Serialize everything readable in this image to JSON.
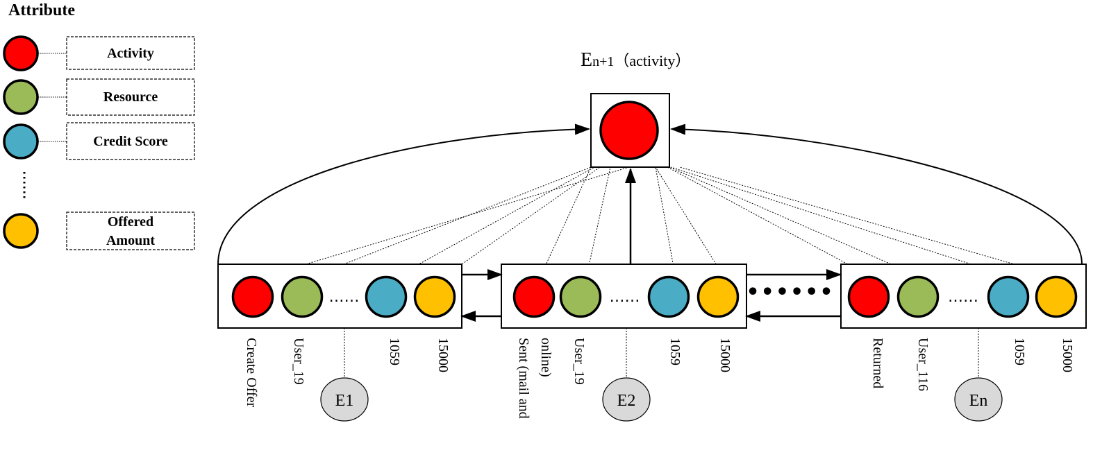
{
  "legend": {
    "title": "Attribute",
    "items": [
      {
        "label": "Activity",
        "color": "#ff0000"
      },
      {
        "label": "Resource",
        "color": "#9bbb59"
      },
      {
        "label": "Credit Score",
        "color": "#4bacc6"
      },
      {
        "label_lines": [
          "Offered",
          "Amount"
        ],
        "color": "#ffc000"
      }
    ],
    "ellipsis": "⋮"
  },
  "target": {
    "label_main": "E",
    "label_sub": "n+1",
    "label_suffix": "（activity）",
    "color": "#ff0000"
  },
  "events": [
    {
      "id": "E1",
      "labels": [
        [
          "Create Offer"
        ],
        [
          "User_19"
        ],
        [
          "1059"
        ],
        [
          "15000"
        ]
      ],
      "colors": [
        "#ff0000",
        "#9bbb59",
        "#4bacc6",
        "#ffc000"
      ]
    },
    {
      "id": "E2",
      "labels": [
        [
          "Sent (mail and",
          "online)"
        ],
        [
          "User_19"
        ],
        [
          "1059"
        ],
        [
          "15000"
        ]
      ],
      "colors": [
        "#ff0000",
        "#9bbb59",
        "#4bacc6",
        "#ffc000"
      ]
    },
    {
      "id": "En",
      "labels": [
        [
          "Returned"
        ],
        [
          "User_116"
        ],
        [
          "1059"
        ],
        [
          "15000"
        ]
      ],
      "colors": [
        "#ff0000",
        "#9bbb59",
        "#4bacc6",
        "#ffc000"
      ]
    }
  ],
  "inner_ellipsis": "……",
  "between_ellipsis": "••••••",
  "colors": {
    "ring": "#000000",
    "event_badge": "#d9d9d9"
  }
}
